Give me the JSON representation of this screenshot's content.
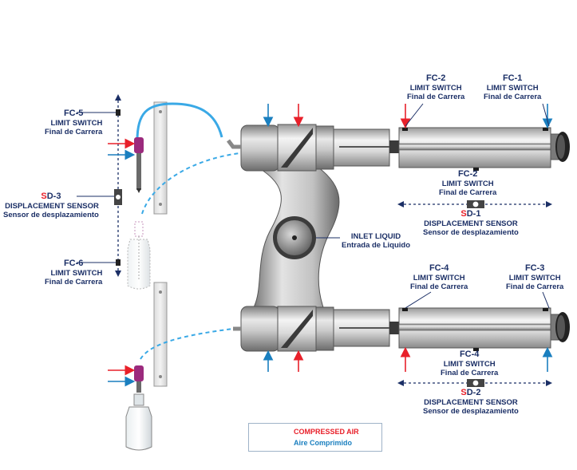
{
  "labels": {
    "fc5": {
      "code": "FC-5",
      "l1": "LIMIT SWITCH",
      "l2": "Final de Carrera"
    },
    "sd3": {
      "code_s": "S",
      "code_rest": "D-3",
      "l1": "DISPLACEMENT SENSOR",
      "l2": "Sensor de desplazamiento"
    },
    "fc6": {
      "code": "FC-6",
      "l1": "LIMIT SWITCH",
      "l2": "Final de Carrera"
    },
    "fc2_top": {
      "code": "FC-2",
      "l1": "LIMIT SWITCH",
      "l2": "Final de Carrera"
    },
    "fc1": {
      "code": "FC-1",
      "l1": "LIMIT SWITCH",
      "l2": "Final de Carrera"
    },
    "fc2_mid": {
      "code": "FC-2",
      "l1": "LIMIT SWITCH",
      "l2": "Final de Carrera"
    },
    "sd1": {
      "code_s": "S",
      "code_rest": "D-1",
      "l1": "DISPLACEMENT SENSOR",
      "l2": "Sensor de desplazamiento"
    },
    "inlet": {
      "l1": "INLET LIQUID",
      "l2": "Entrada de Liquido"
    },
    "fc4_top": {
      "code": "FC-4",
      "l1": "LIMIT SWITCH",
      "l2": "Final de Carrera"
    },
    "fc3": {
      "code": "FC-3",
      "l1": "LIMIT SWITCH",
      "l2": "Final de Carrera"
    },
    "fc4_mid": {
      "code": "FC-4",
      "l1": "LIMIT SWITCH",
      "l2": "Final de Carrera"
    },
    "sd2": {
      "code_s": "S",
      "code_rest": "D-2",
      "l1": "DISPLACEMENT SENSOR",
      "l2": "Sensor de desplazamiento"
    }
  },
  "legend": {
    "compressed": "COMPRESSED AIR",
    "aire": "Aire Comprimido",
    "red_color": "#e8202a",
    "blue_color": "#1a7fbf"
  },
  "colors": {
    "text": "#1b2f66",
    "tube": "#3aa9e6",
    "nozzle": "#9b2a7d",
    "steel": "#a6a6a6"
  }
}
